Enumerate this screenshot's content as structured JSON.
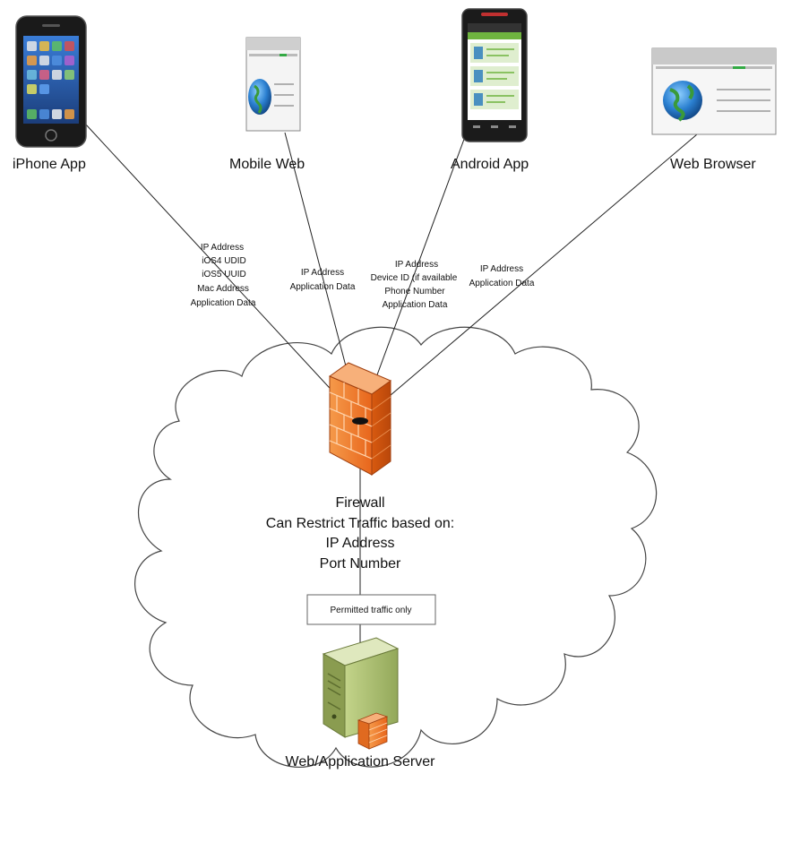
{
  "devices": {
    "iphone": {
      "label": "iPhone App"
    },
    "mobile_web": {
      "label": "Mobile Web"
    },
    "android": {
      "label": "Android App"
    },
    "web_browser": {
      "label": "Web Browser"
    }
  },
  "links": {
    "iphone": [
      "IP Address",
      "iOS4 UDID",
      "iOS5 UUID",
      "Mac Address",
      "Application Data"
    ],
    "mobile_web": [
      "IP Address",
      "Application Data"
    ],
    "android": [
      "IP Address",
      "Device ID (if available",
      "Phone Number",
      "Application Data"
    ],
    "web_browser": [
      "IP Address",
      "Application Data"
    ]
  },
  "firewall": {
    "title": "Firewall",
    "subtitle": "Can Restrict Traffic based on:",
    "criteria": [
      "IP Address",
      "Port Number"
    ]
  },
  "permitted_box": {
    "label": "Permitted traffic only"
  },
  "server": {
    "label": "Web/Application Server"
  },
  "colors": {
    "firewall_orange": "#f07a2a",
    "server_green": "#a4b86a",
    "line": "#222222"
  }
}
